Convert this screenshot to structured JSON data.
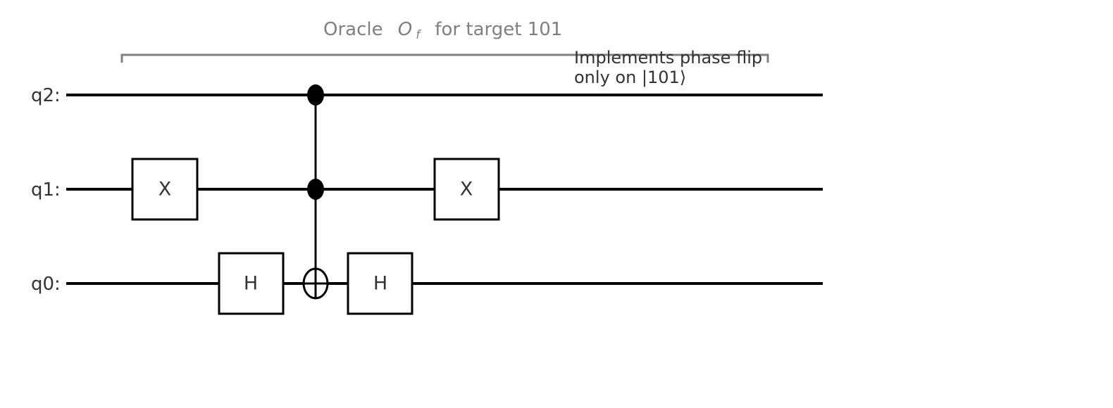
{
  "title": {
    "prefix": "Oracle",
    "symbol": "O",
    "subscript": "f",
    "suffix": "for target 101"
  },
  "annotation": {
    "line1": "Implements phase flip",
    "line2": "only on |101⟩"
  },
  "qubits": [
    {
      "id": "q2",
      "label": "q2:"
    },
    {
      "id": "q1",
      "label": "q1:"
    },
    {
      "id": "q0",
      "label": "q0:"
    }
  ],
  "gates": [
    {
      "id": "x-q1-first",
      "qubit": "q1",
      "label": "X"
    },
    {
      "id": "h-q0-first",
      "qubit": "q0",
      "label": "H"
    },
    {
      "id": "h-q0-second",
      "qubit": "q0",
      "label": "H"
    },
    {
      "id": "x-q1-second",
      "qubit": "q1",
      "label": "X"
    }
  ],
  "toffoli": {
    "controls": [
      "q2",
      "q1"
    ],
    "target": "q0"
  },
  "colors": {
    "wire": "#000000",
    "title": "#808080",
    "bracket": "#808080",
    "text": "#333333"
  }
}
